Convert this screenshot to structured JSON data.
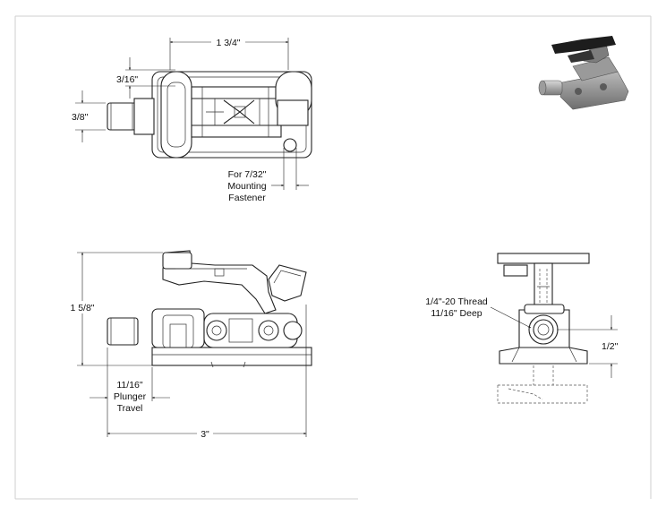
{
  "dimensions": {
    "top_width": "1 3/4\"",
    "top_offset": "3/16\"",
    "plunger_dia": "3/8\"",
    "mounting_note": [
      "For 7/32\"",
      "Mounting",
      "Fastener"
    ],
    "height": "1 5/8\"",
    "plunger_travel": [
      "11/16\"",
      "Plunger",
      "Travel"
    ],
    "overall_length": "3\"",
    "thread_note": [
      "1/4\"-20 Thread",
      "11/16\" Deep"
    ],
    "end_offset": "1/2\""
  },
  "colors": {
    "line": "#222222",
    "frame": "#cfcfcf",
    "render_body": "#8a8a8a",
    "render_handle": "#222222"
  },
  "icons": {
    "product_render": "latch-clamp-3d-render-icon"
  }
}
